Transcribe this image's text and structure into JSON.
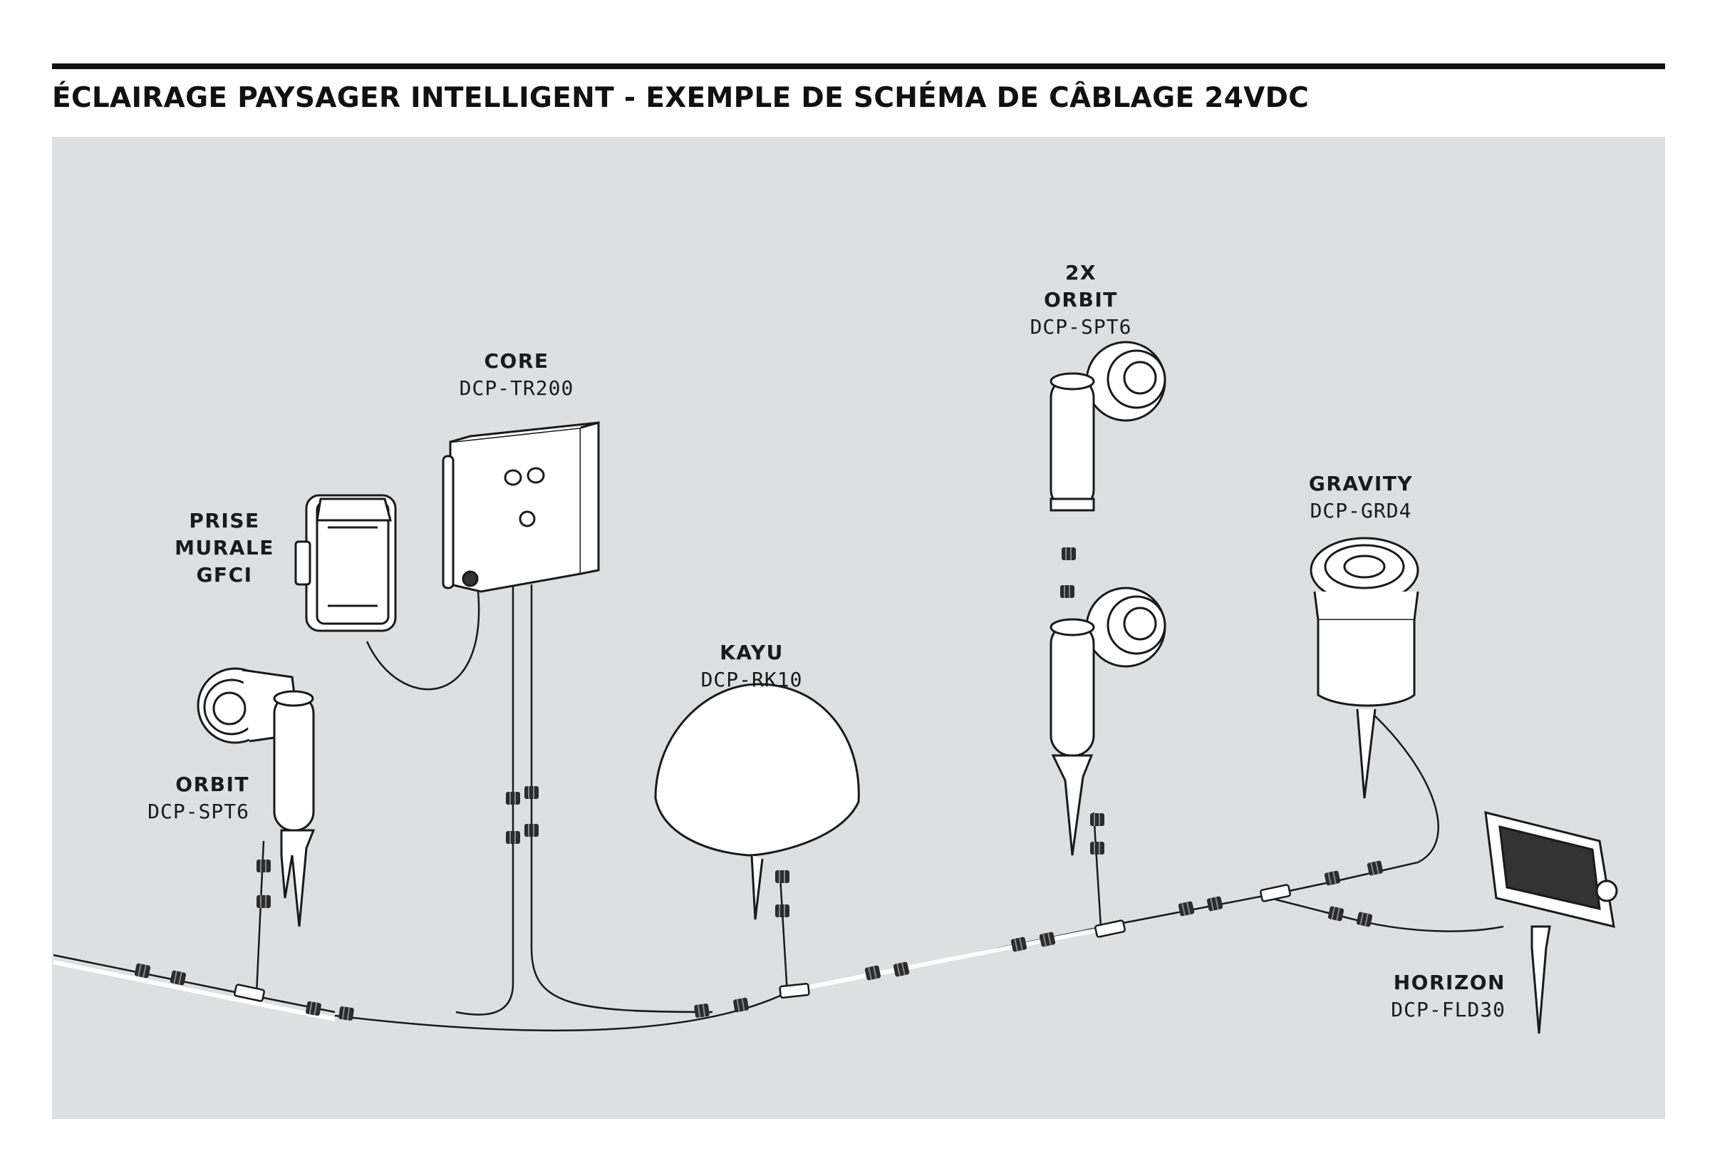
{
  "title": "ÉCLAIRAGE PAYSAGER INTELLIGENT - EXEMPLE DE SCHÉMA DE CÂBLAGE 24VDC",
  "colors": {
    "background": "#dedfe1",
    "line": "#1a1a1a",
    "device_fill": "#ffffff",
    "connector": "#2b2b2b"
  },
  "devices": {
    "gfci": {
      "name_lines": [
        "PRISE",
        "MURALE",
        "GFCI"
      ],
      "model": ""
    },
    "core": {
      "name": "CORE",
      "model": "DCP-TR200"
    },
    "orbit_single": {
      "name": "ORBIT",
      "model": "DCP-SPT6"
    },
    "kayu": {
      "name": "KAYU",
      "model": "DCP-RK10"
    },
    "orbit_double": {
      "qty": "2X",
      "name": "ORBIT",
      "model": "DCP-SPT6"
    },
    "gravity": {
      "name": "GRAVITY",
      "model": "DCP-GRD4"
    },
    "horizon": {
      "name": "HORIZON",
      "model": "DCP-FLD30"
    }
  },
  "icons": [
    "gfci-outlet-icon",
    "transformer-icon",
    "spotlight-icon",
    "rock-light-icon",
    "well-light-icon",
    "flood-light-icon",
    "connector-icon",
    "t-splitter-icon",
    "ground-stake-icon"
  ]
}
